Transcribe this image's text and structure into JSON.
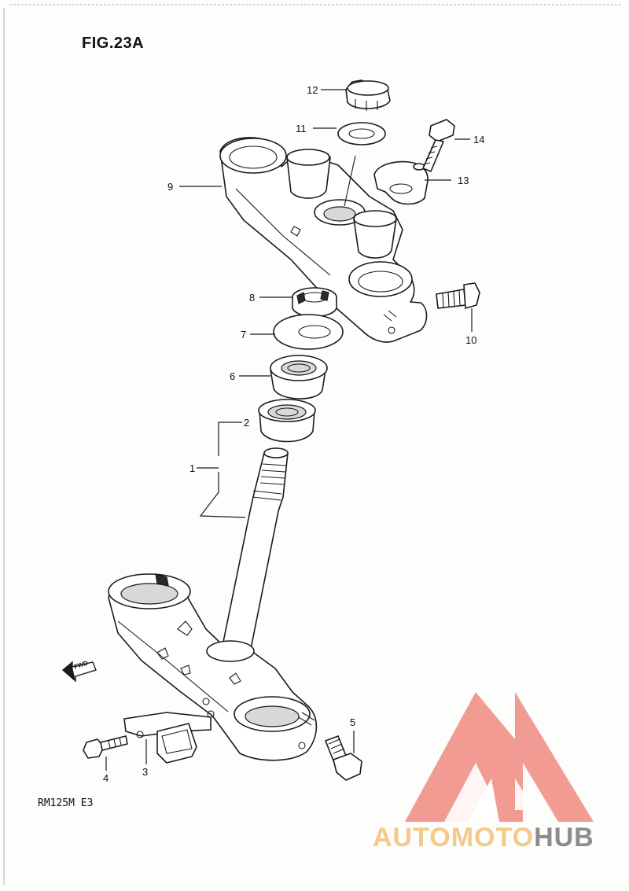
{
  "figure": {
    "title": "FIG.23A",
    "model_code": "RM125M E3"
  },
  "callouts": [
    {
      "id": "1",
      "label": "1"
    },
    {
      "id": "2",
      "label": "2"
    },
    {
      "id": "3",
      "label": "3"
    },
    {
      "id": "4",
      "label": "4"
    },
    {
      "id": "5",
      "label": "5"
    },
    {
      "id": "6",
      "label": "6"
    },
    {
      "id": "7",
      "label": "7"
    },
    {
      "id": "8",
      "label": "8"
    },
    {
      "id": "9",
      "label": "9"
    },
    {
      "id": "10",
      "label": "10"
    },
    {
      "id": "11",
      "label": "11"
    },
    {
      "id": "12",
      "label": "12"
    },
    {
      "id": "13",
      "label": "13"
    },
    {
      "id": "14",
      "label": "14"
    }
  ],
  "direction_marker": {
    "text": "FWD",
    "icon": "forward-arrow-icon"
  },
  "watermark": {
    "brand_part1": "AUTOMOTO",
    "brand_part2": "HUB",
    "color_primary": "#f08a80",
    "color_secondary": "#f4c98a",
    "color_tertiary": "#8c8c8c",
    "icon": "triangle-m-logo-icon"
  }
}
